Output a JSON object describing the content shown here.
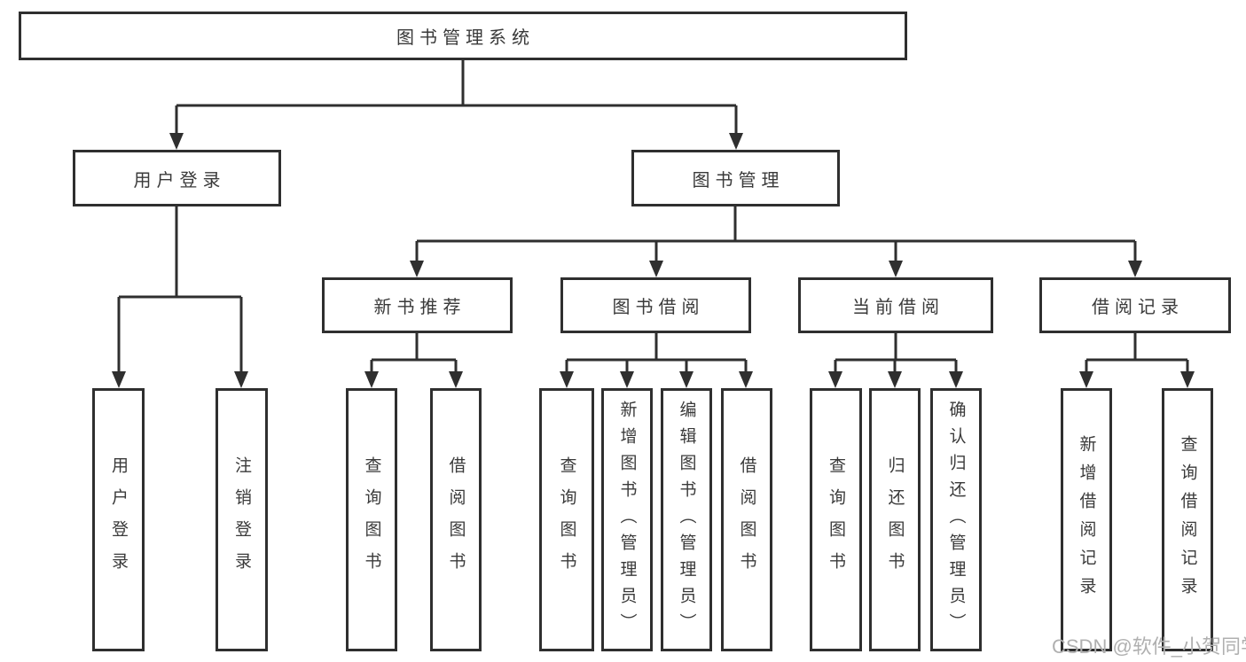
{
  "nodes": {
    "root": "图书管理系统",
    "user_login": "用户登录",
    "book_mgmt": "图书管理",
    "new_recommend": "新书推荐",
    "book_borrow": "图书借阅",
    "current_borrow": "当前借阅",
    "borrow_records": "借阅记录",
    "ul_login": "用户登录",
    "ul_logout": "注销登录",
    "nr_query": "查询图书",
    "nr_borrow": "借阅图书",
    "bb_query": "查询图书",
    "bb_add": "新增图书（管理员）",
    "bb_edit": "编辑图书（管理员）",
    "bb_borrow": "借阅图书",
    "cb_query": "查询图书",
    "cb_return": "归还图书",
    "cb_confirm": "确认归还（管理员）",
    "br_add": "新增借阅记录",
    "br_query": "查询借阅记录"
  },
  "watermark": "CSDN @软件_小贺同学",
  "colors": {
    "line": "#2f2f2f",
    "text": "#3a3a3a",
    "watermark": "#b0b0b0",
    "background": "#ffffff"
  }
}
